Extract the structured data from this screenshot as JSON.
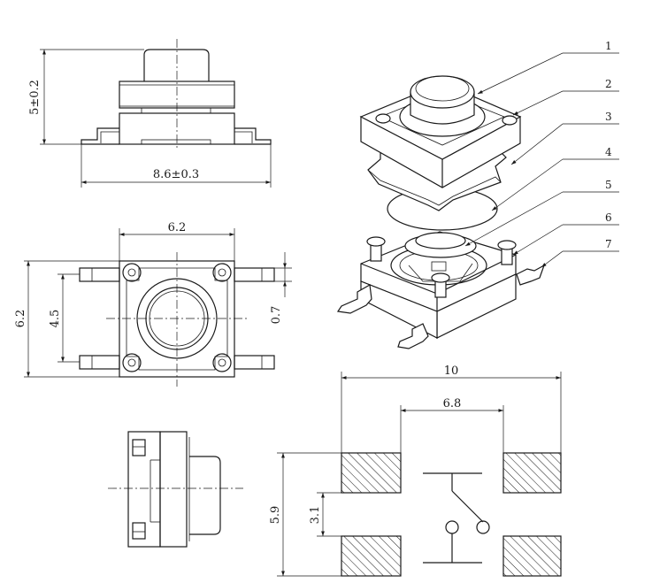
{
  "dimensions": {
    "front_height": "5±0.2",
    "front_width": "8.6±0.3",
    "top_width": "6.2",
    "top_height": "6.2",
    "top_inner": "4.5",
    "top_pin": "0.7",
    "pad_total": "10",
    "pad_inner": "6.8",
    "pad_height": "5.9",
    "pad_gap": "3.1"
  },
  "parts": [
    "1",
    "2",
    "3",
    "4",
    "5",
    "6",
    "7"
  ]
}
